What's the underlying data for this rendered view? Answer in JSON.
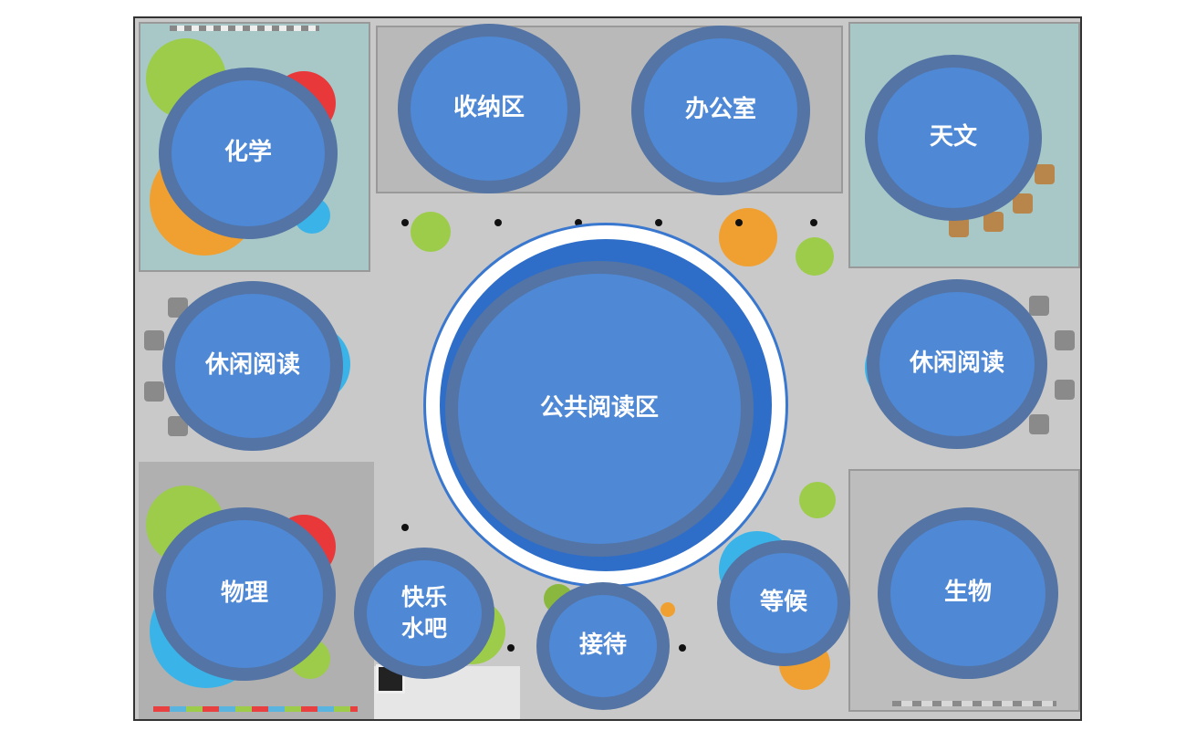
{
  "zones": {
    "chemistry": "化学",
    "storage": "收纳区",
    "office": "办公室",
    "astronomy": "天文",
    "leisure_left": "休闲阅读",
    "public_reading": "公共阅读区",
    "leisure_right": "休闲阅读",
    "physics": "物理",
    "water_bar": "快乐\n水吧",
    "reception": "接待",
    "waiting": "等候",
    "biology": "生物"
  },
  "colors": {
    "zone_fill": "#4f88d4",
    "zone_ring": "#546e96",
    "lab_room": "#a8c8c8",
    "gray_room": "#b4b4b4",
    "floor": "#c9c9c9",
    "green": "#9ccc4a",
    "red": "#e8383a",
    "orange": "#f0a030",
    "cyan": "#3ab4e8"
  }
}
